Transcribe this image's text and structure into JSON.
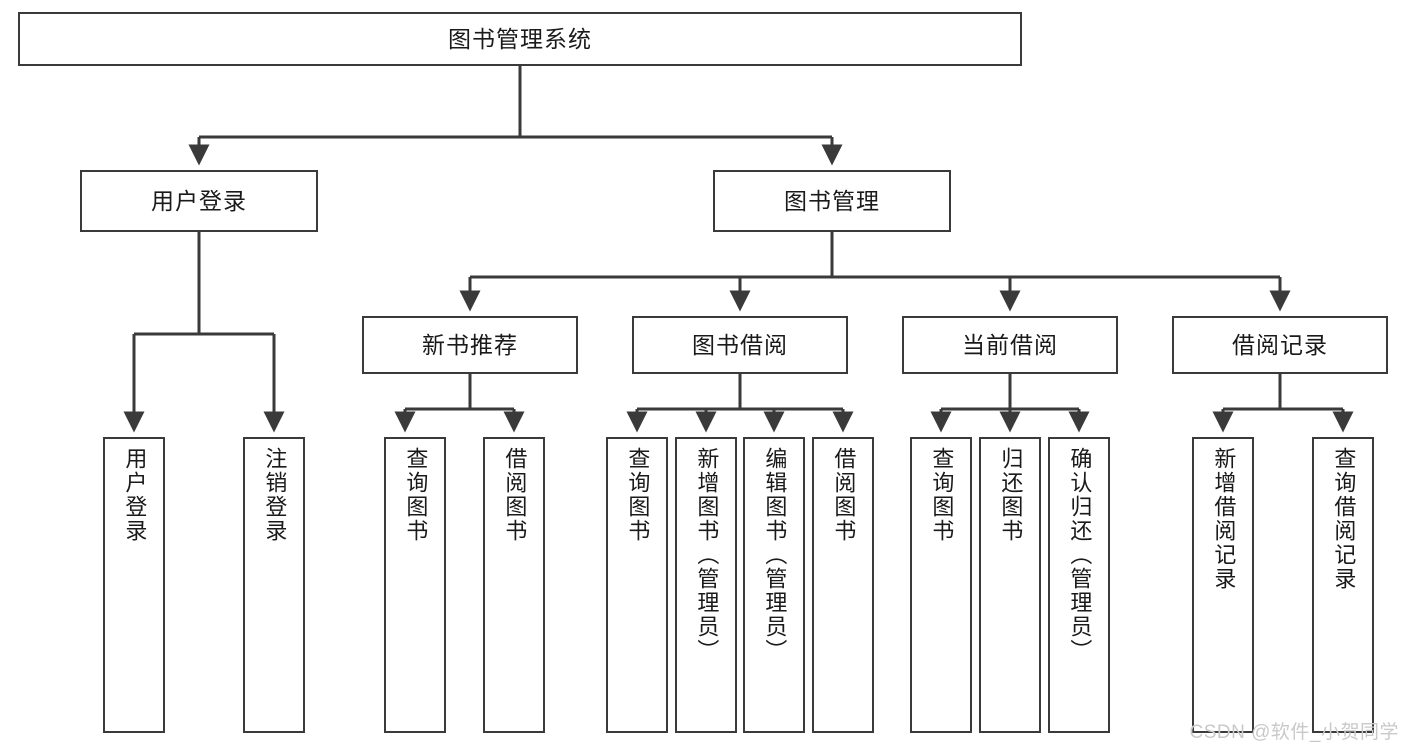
{
  "diagram": {
    "title": "图书管理系统",
    "type": "tree",
    "watermark": "CSDN @软件_小贺同学",
    "colors": {
      "box_border": "#3a3a3a",
      "box_fill": "#ffffff",
      "edge": "#3a3a3a",
      "text": "#1a1a1a",
      "watermark": "#c9c9c9"
    },
    "nodes": {
      "root": {
        "label": "图书管理系统",
        "orientation": "horizontal"
      },
      "level2": [
        {
          "id": "user-login",
          "label": "用户登录",
          "orientation": "horizontal"
        },
        {
          "id": "book-manage",
          "label": "图书管理",
          "orientation": "horizontal"
        }
      ],
      "level3": [
        {
          "id": "new-book-rec",
          "label": "新书推荐",
          "orientation": "horizontal"
        },
        {
          "id": "book-borrow",
          "label": "图书借阅",
          "orientation": "horizontal"
        },
        {
          "id": "current-borrow",
          "label": "当前借阅",
          "orientation": "horizontal"
        },
        {
          "id": "borrow-record",
          "label": "借阅记录",
          "orientation": "horizontal"
        }
      ],
      "leaves": {
        "user-login": [
          {
            "id": "leaf-user-login",
            "label": "用户登录"
          },
          {
            "id": "leaf-logout",
            "label": "注销登录"
          }
        ],
        "new-book-rec": [
          {
            "id": "leaf-query-book-1",
            "label": "查询图书"
          },
          {
            "id": "leaf-borrow-book-1",
            "label": "借阅图书"
          }
        ],
        "book-borrow": [
          {
            "id": "leaf-query-book-2",
            "label": "查询图书"
          },
          {
            "id": "leaf-add-book",
            "label": "新增图书（管理员）"
          },
          {
            "id": "leaf-edit-book",
            "label": "编辑图书（管理员）"
          },
          {
            "id": "leaf-borrow-book-2",
            "label": "借阅图书"
          }
        ],
        "current-borrow": [
          {
            "id": "leaf-query-book-3",
            "label": "查询图书"
          },
          {
            "id": "leaf-return-book",
            "label": "归还图书"
          },
          {
            "id": "leaf-confirm-return",
            "label": "确认归还（管理员）"
          }
        ],
        "borrow-record": [
          {
            "id": "leaf-add-record",
            "label": "新增借阅记录"
          },
          {
            "id": "leaf-query-record",
            "label": "查询借阅记录"
          }
        ]
      }
    }
  }
}
